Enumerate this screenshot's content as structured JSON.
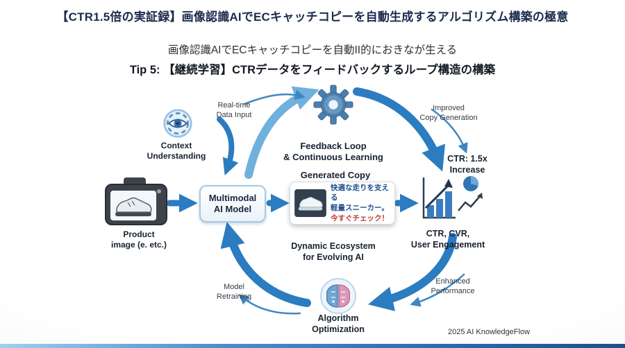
{
  "header": {
    "title": "【CTR1.5倍の実証録】画像認識AIでECキャッチコピーを自動生成するアルゴリズム構築の極意",
    "subtitle": "画像認識AIでECキャッチコピーを自動II的におきなが生える",
    "tip": "Tip 5: 【継続学習】CTRデータをフィードバックするループ構造の構築"
  },
  "diagram": {
    "context_label": "Context\nUnderstanding",
    "realtime_label": "Real-time\nData Input",
    "feedback_label": "Feedback Loop\n& Continuous Learning",
    "improved_label": "Improved\nCopy Generation",
    "ctr_label": "CTR: 1.5x\nIncrease",
    "product_label": "Product\nimage (e. etc.)",
    "multimodal_label": "Multimodal\nAI Model",
    "generated_copy_title": "Generated Copy",
    "copy_line1": "快適な走りを支える",
    "copy_line2": "軽量スニーカー。",
    "copy_line3": "今すぐチェック！",
    "metrics_label": "CTR, CVR,\nUser Engagement",
    "ecosystem_label": "Dynamic Ecosystem\nfor Evolving AI",
    "retraining_label": "Model\nRetraining",
    "algorithm_label": "Algorithm\nOptimization",
    "enhanced_label": "Enhanced\nPerformance"
  },
  "footer": {
    "credit": "2025 AI KnowledgeFlow"
  },
  "colors": {
    "arrow_blue": "#2b7cc0",
    "arrow_light": "#6fb0dd",
    "arrow_thin": "#3f87c2",
    "title_navy": "#1c2b4d",
    "copy_blue": "#1e4e8c",
    "copy_red": "#c03a3a"
  }
}
